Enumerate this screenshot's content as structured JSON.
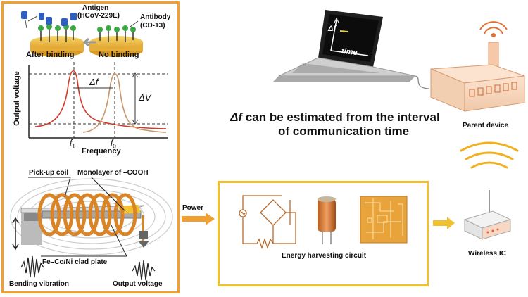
{
  "binding": {
    "antigen_label": "Antigen",
    "antigen_name": "(HCoV-229E)",
    "antibody_label": "Antibody",
    "antibody_name": "(CD-13)",
    "after_binding": "After binding",
    "no_binding": "No binding"
  },
  "spectrum": {
    "ylabel": "Output voltage",
    "xlabel": "Frequency",
    "delta_f": "Δf",
    "delta_v": "ΔV",
    "f1": "f",
    "f1_sub": "1",
    "f0": "f",
    "f0_sub": "0"
  },
  "harvester": {
    "pickup_coil": "Pick-up coil",
    "monolayer": "Monolayer of –COOH",
    "clad_plate": "Fe–Co/Ni clad plate",
    "bending": "Bending vibration",
    "output": "Output voltage"
  },
  "laptop": {
    "screen_delta": "Δf",
    "screen_time": "time"
  },
  "caption": {
    "line1_symbol": "Δf",
    "line1_rest": " can be estimated from the interval",
    "line2": "of communication time"
  },
  "parent_device": "Parent device",
  "power_label": "Power",
  "energy_circuit": "Energy harvesting circuit",
  "wireless_ic": "Wireless IC",
  "colors": {
    "accent_orange": "#f0a030",
    "accent_yellow": "#f0c030",
    "curve_red": "#d23a2a",
    "curve_tan": "#c9956a",
    "screen_line": "#e8d23a"
  }
}
